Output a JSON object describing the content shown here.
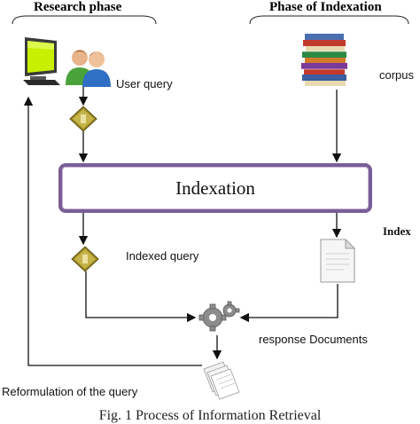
{
  "headers": {
    "research": "Research phase",
    "indexation": "Phase of Indexation"
  },
  "labels": {
    "user_query": "User query",
    "corpus": "corpus",
    "indexation": "Indexation",
    "index": "Index",
    "indexed_query": "Indexed query",
    "response_documents": "response Documents",
    "reformulation": "Reformulation of the query"
  },
  "caption": "Fig. 1 Process of Information Retrieval",
  "colors": {
    "indexation_border": "#7a5d96",
    "monitor_screen": "#c6f000",
    "diamond": "#8a7a20",
    "arrow": "#111111"
  },
  "icons": [
    "monitor-icon",
    "users-icon",
    "diamond-icon",
    "books-icon",
    "document-icon",
    "gears-icon",
    "documents-stack-icon"
  ]
}
